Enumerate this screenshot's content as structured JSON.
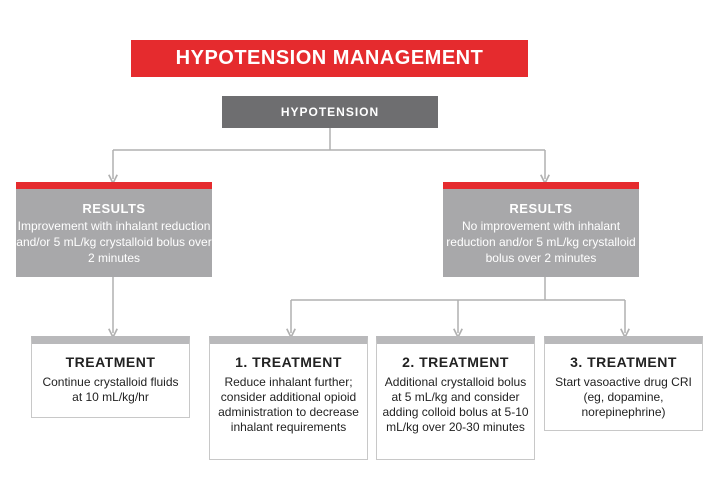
{
  "title": "HYPOTENSION MANAGEMENT",
  "root": "HYPOTENSION",
  "results": [
    {
      "heading": "RESULTS",
      "text": "Improvement with inhalant reduction and/or 5 mL/kg crystalloid bolus over 2 minutes"
    },
    {
      "heading": "RESULTS",
      "text": "No improvement with inhalant reduction and/or 5 mL/kg crystalloid bolus over 2 minutes"
    }
  ],
  "treatments": [
    {
      "heading": "TREATMENT",
      "text": "Continue crystalloid fluids at 10 mL/kg/hr"
    },
    {
      "heading": "1. TREATMENT",
      "text": "Reduce inhalant further; consider additional opioid administration to decrease inhalant requirements"
    },
    {
      "heading": "2. TREATMENT",
      "text": "Additional crystalloid bolus at 5 mL/kg and consider adding colloid bolus at 5-10 mL/kg over 20-30 minutes"
    },
    {
      "heading": "3. TREATMENT",
      "text": "Start vasoactive drug CRI (eg, dopamine, norepinephrine)"
    }
  ],
  "colors": {
    "accent": "#e52b2e",
    "root_fill": "#6e6e70",
    "result_fill": "#a8a8aa",
    "connector": "#b0b0b0"
  }
}
